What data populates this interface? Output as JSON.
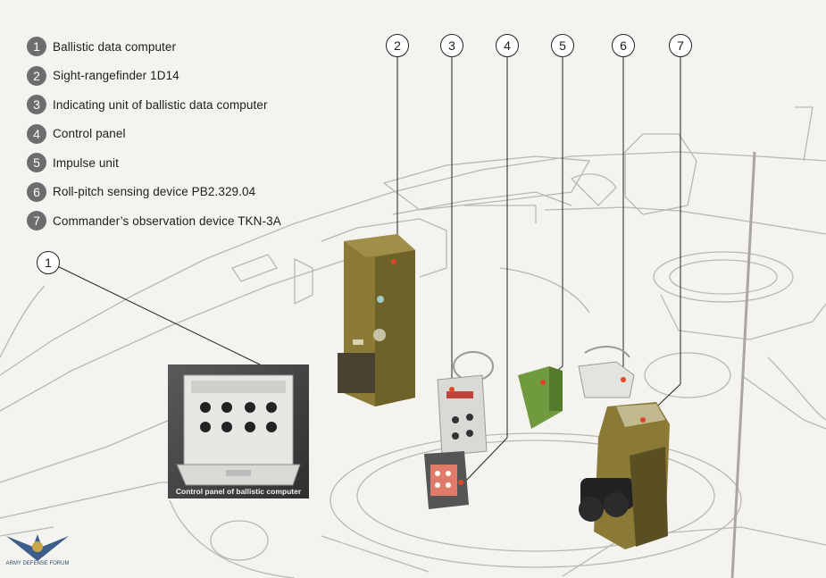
{
  "legend": [
    {
      "num": "1",
      "label": "Ballistic data computer"
    },
    {
      "num": "2",
      "label": "Sight-rangefinder 1D14"
    },
    {
      "num": "3",
      "label": "Indicating unit of ballistic data computer"
    },
    {
      "num": "4",
      "label": "Control panel"
    },
    {
      "num": "5",
      "label": "Impulse unit"
    },
    {
      "num": "6",
      "label": "Roll-pitch sensing device PB2.329.04"
    },
    {
      "num": "7",
      "label": "Commander’s observation device TKN-3A"
    }
  ],
  "callouts": [
    "1",
    "2",
    "3",
    "4",
    "5",
    "6",
    "7"
  ],
  "inset": {
    "caption": "Control panel of ballistic computer"
  },
  "watermark": {
    "text": "ARMY DEFENSE FORUM"
  },
  "colors": {
    "background": "#f4f3ef",
    "line_art": "#b9b7b0",
    "equipment_olive": "#8a7a36",
    "equipment_green": "#6f9a3e",
    "callout_marker": "#e0452a",
    "legend_badge": "#6d6d6d"
  }
}
